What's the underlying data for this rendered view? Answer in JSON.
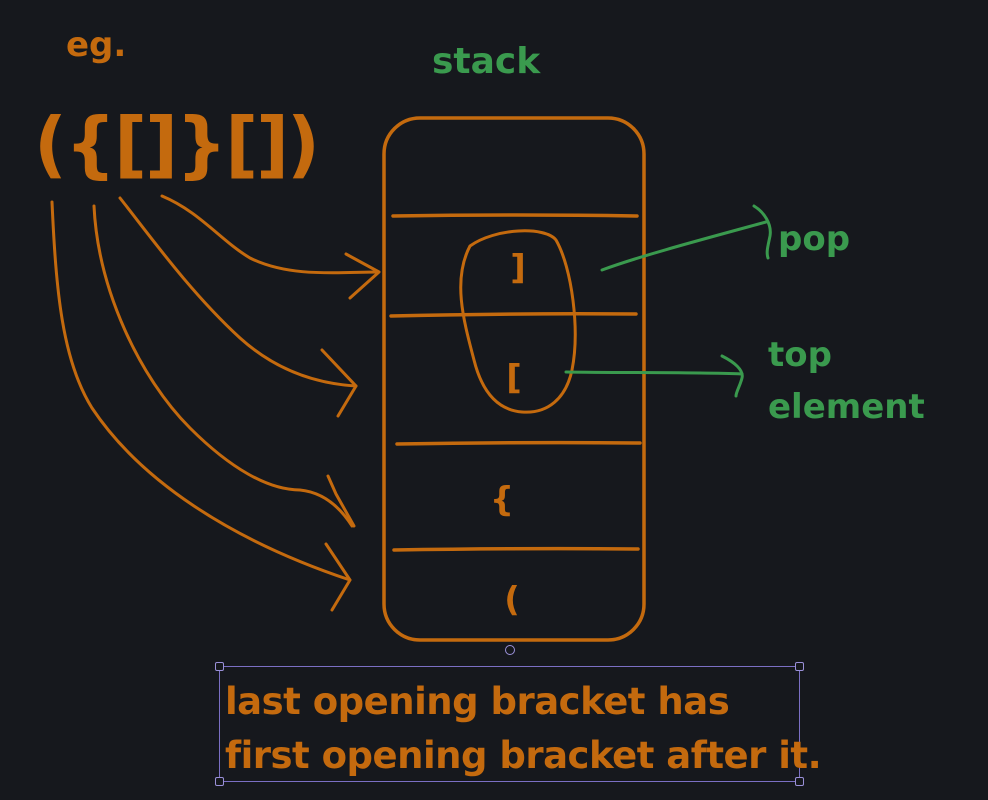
{
  "diagram": {
    "eg_label": "eg.",
    "example_expression": "({[]}[])",
    "stack_title": "stack",
    "stack_slots": [
      "]",
      "[",
      "{",
      "("
    ],
    "pop_label": "pop",
    "top_label_line1": "top",
    "top_label_line2": "element",
    "caption_line1": "last opening bracket has",
    "caption_line2": "first opening bracket after it."
  },
  "colors": {
    "background": "#16181d",
    "orange": "#c46a0e",
    "green": "#3a9a4e",
    "selection": "#7b6fc4"
  }
}
